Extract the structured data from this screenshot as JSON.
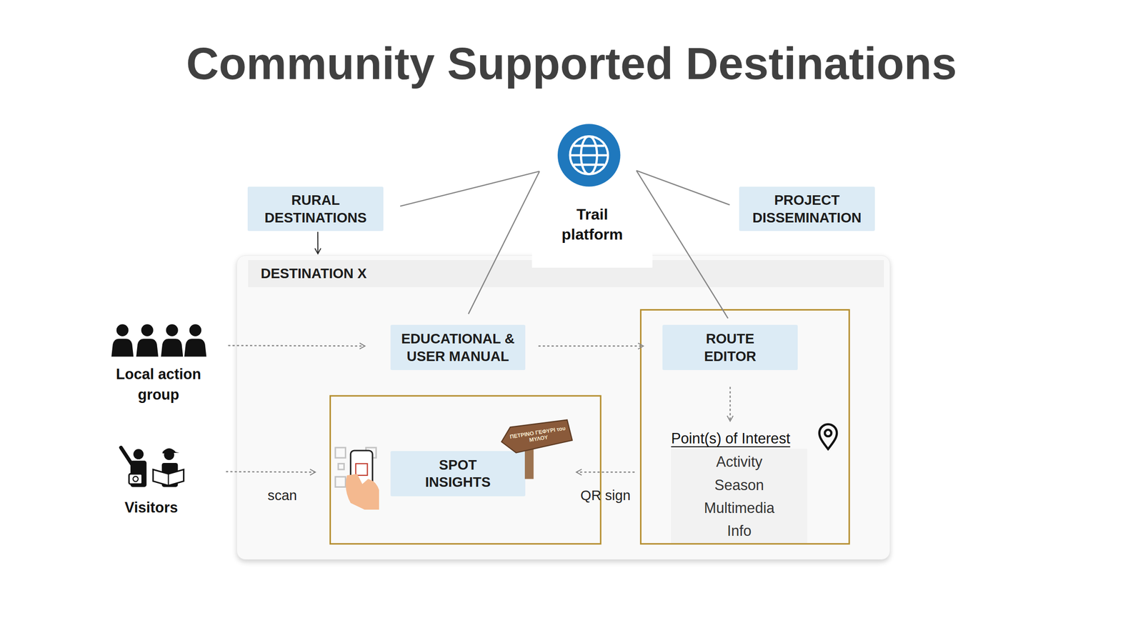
{
  "diagram": {
    "title": "Community Supported Destinations",
    "nodes": [
      {
        "text": [
          "RURAL DESTINATIONS"
        ]
      },
      {
        "text": [
          "Trail platform"
        ]
      },
      {
        "text": [
          "PROJECT DISSEMINATION"
        ]
      },
      {
        "text": [
          "DESTINATION X"
        ]
      },
      {
        "text": [
          "Local action group"
        ]
      },
      {
        "text": [
          "EDUCATIONAL & USER MANUAL"
        ],
        "in": 3
      },
      {
        "text": [
          "ROUTE EDITOR"
        ],
        "in": 3
      },
      {
        "text": [
          "Visitors"
        ]
      },
      {
        "text": [
          "SPOT INSIGHTS"
        ],
        "in": 3
      },
      {
        "text": [
          "Point(s) of Interest",
          "Activity",
          "Season",
          "Multimedia",
          "Info"
        ],
        "in": 3
      }
    ],
    "edges": [
      {
        "from": 1,
        "to": 0,
        "arrow": "none"
      },
      {
        "from": 1,
        "to": 5,
        "arrow": "none"
      },
      {
        "from": 1,
        "to": 6,
        "arrow": "none"
      },
      {
        "from": 1,
        "to": 2,
        "arrow": "none"
      },
      {
        "from": 0,
        "to": 3,
        "arrow": "to"
      },
      {
        "from": 4,
        "to": 5,
        "arrow": "to"
      },
      {
        "from": 5,
        "to": 6,
        "arrow": "to"
      },
      {
        "from": 6,
        "to": 9,
        "arrow": "to"
      },
      {
        "from": 9,
        "to": 8,
        "label": "QR sign",
        "arrow": "to"
      },
      {
        "from": 7,
        "to": 8,
        "label": "scan",
        "arrow": "to"
      }
    ],
    "labels": [
      "ΠΕΤΡΙΝΟ ΓΕΦΥΡΙ του ΜΥΛΟΥ"
    ]
  }
}
